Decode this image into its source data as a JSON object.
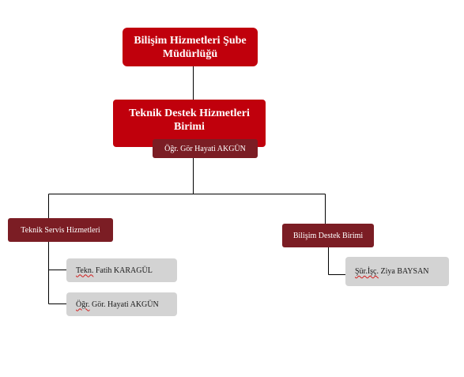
{
  "org_chart": {
    "top_node": {
      "label": "Bilişim Hizmetleri Şube Müdürlüğü"
    },
    "unit_node": {
      "label": "Teknik Destek Hizmetleri Birimi",
      "head": "Öğr. Gör Hayati AKGÜN"
    },
    "sub_units": [
      {
        "label": "Teknik Servis Hizmetleri",
        "staff": [
          {
            "prefix": "Tekn.",
            "name": " Fatih KARAGÜL"
          },
          {
            "prefix": "Öğr.",
            "name": " Gör. Hayati AKGÜN"
          }
        ]
      },
      {
        "label": "Bilişim Destek Birimi",
        "staff": [
          {
            "prefix": "Şür.İşç.",
            "name": " Ziya BAYSAN"
          }
        ]
      }
    ]
  },
  "colors": {
    "primary": "#c0000c",
    "secondary": "#7b1d24",
    "staff_bg": "#d3d3d3",
    "line": "#000000"
  }
}
